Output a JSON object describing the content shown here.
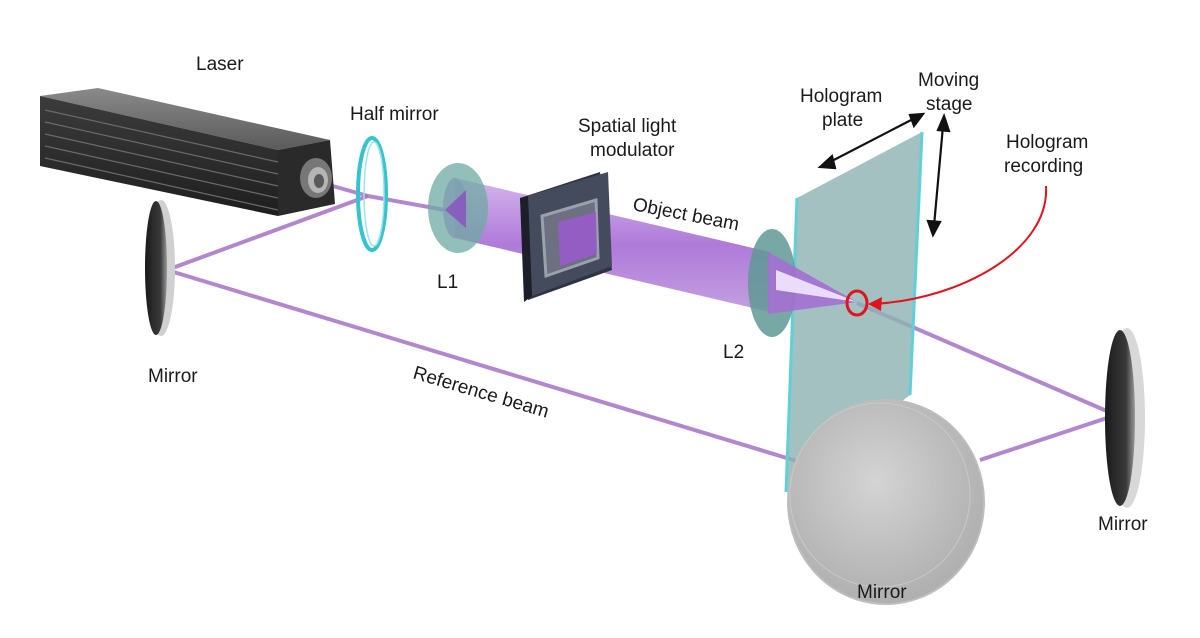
{
  "labels": {
    "laser": "Laser",
    "half_mirror": "Half mirror",
    "slm_line1": "Spatial light",
    "slm_line2": "modulator",
    "object_beam": "Object beam",
    "l1": "L1",
    "l2": "L2",
    "hologram_plate_line1": "Hologram",
    "hologram_plate_line2": "plate",
    "moving_stage_line1": "Moving",
    "moving_stage_line2": "stage",
    "hologram_recording_line1": "Hologram",
    "hologram_recording_line2": "recording",
    "reference_beam": "Reference beam",
    "mirror_left": "Mirror",
    "mirror_bottom": "Mirror",
    "mirror_right": "Mirror"
  },
  "colors": {
    "beam": "#a672c4",
    "beam_fill": "#9b59d0",
    "half_mirror_ring": "#35c4cf",
    "lens": "#6fa9a3",
    "plate": "#8fb3b3",
    "plate_edge": "#5fd0d8",
    "recording_marker": "#e0141e",
    "laser_body": "#4a4a4a"
  }
}
